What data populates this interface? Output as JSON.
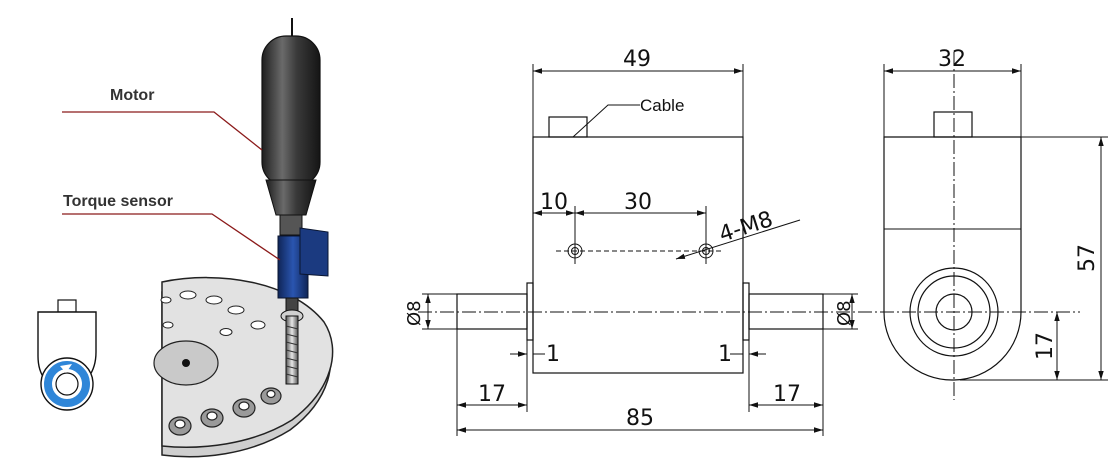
{
  "illustration": {
    "motor_label": "Motor",
    "sensor_label": "Torque sensor",
    "colors": {
      "leader": "#8b1a1a",
      "motor": "#2f2f2f",
      "sensor": "#1d3f8c",
      "rotation_icon": "#2f86d8",
      "plate": "#d8d8d8"
    },
    "icons": [
      "rotation-icon"
    ]
  },
  "drawing": {
    "front_view": {
      "body_width": "49",
      "cable_label": "Cable",
      "hole_offset": "10",
      "hole_spacing": "30",
      "thread_label": "4-M8",
      "shaft_dia_left": "Ø8",
      "shaft_dia_right": "Ø8",
      "gap_left": "1",
      "gap_right": "1",
      "shaft_len_left": "17",
      "shaft_len_right": "17",
      "overall_length": "85"
    },
    "side_view": {
      "width": "32",
      "height": "57",
      "center_height": "17"
    }
  }
}
